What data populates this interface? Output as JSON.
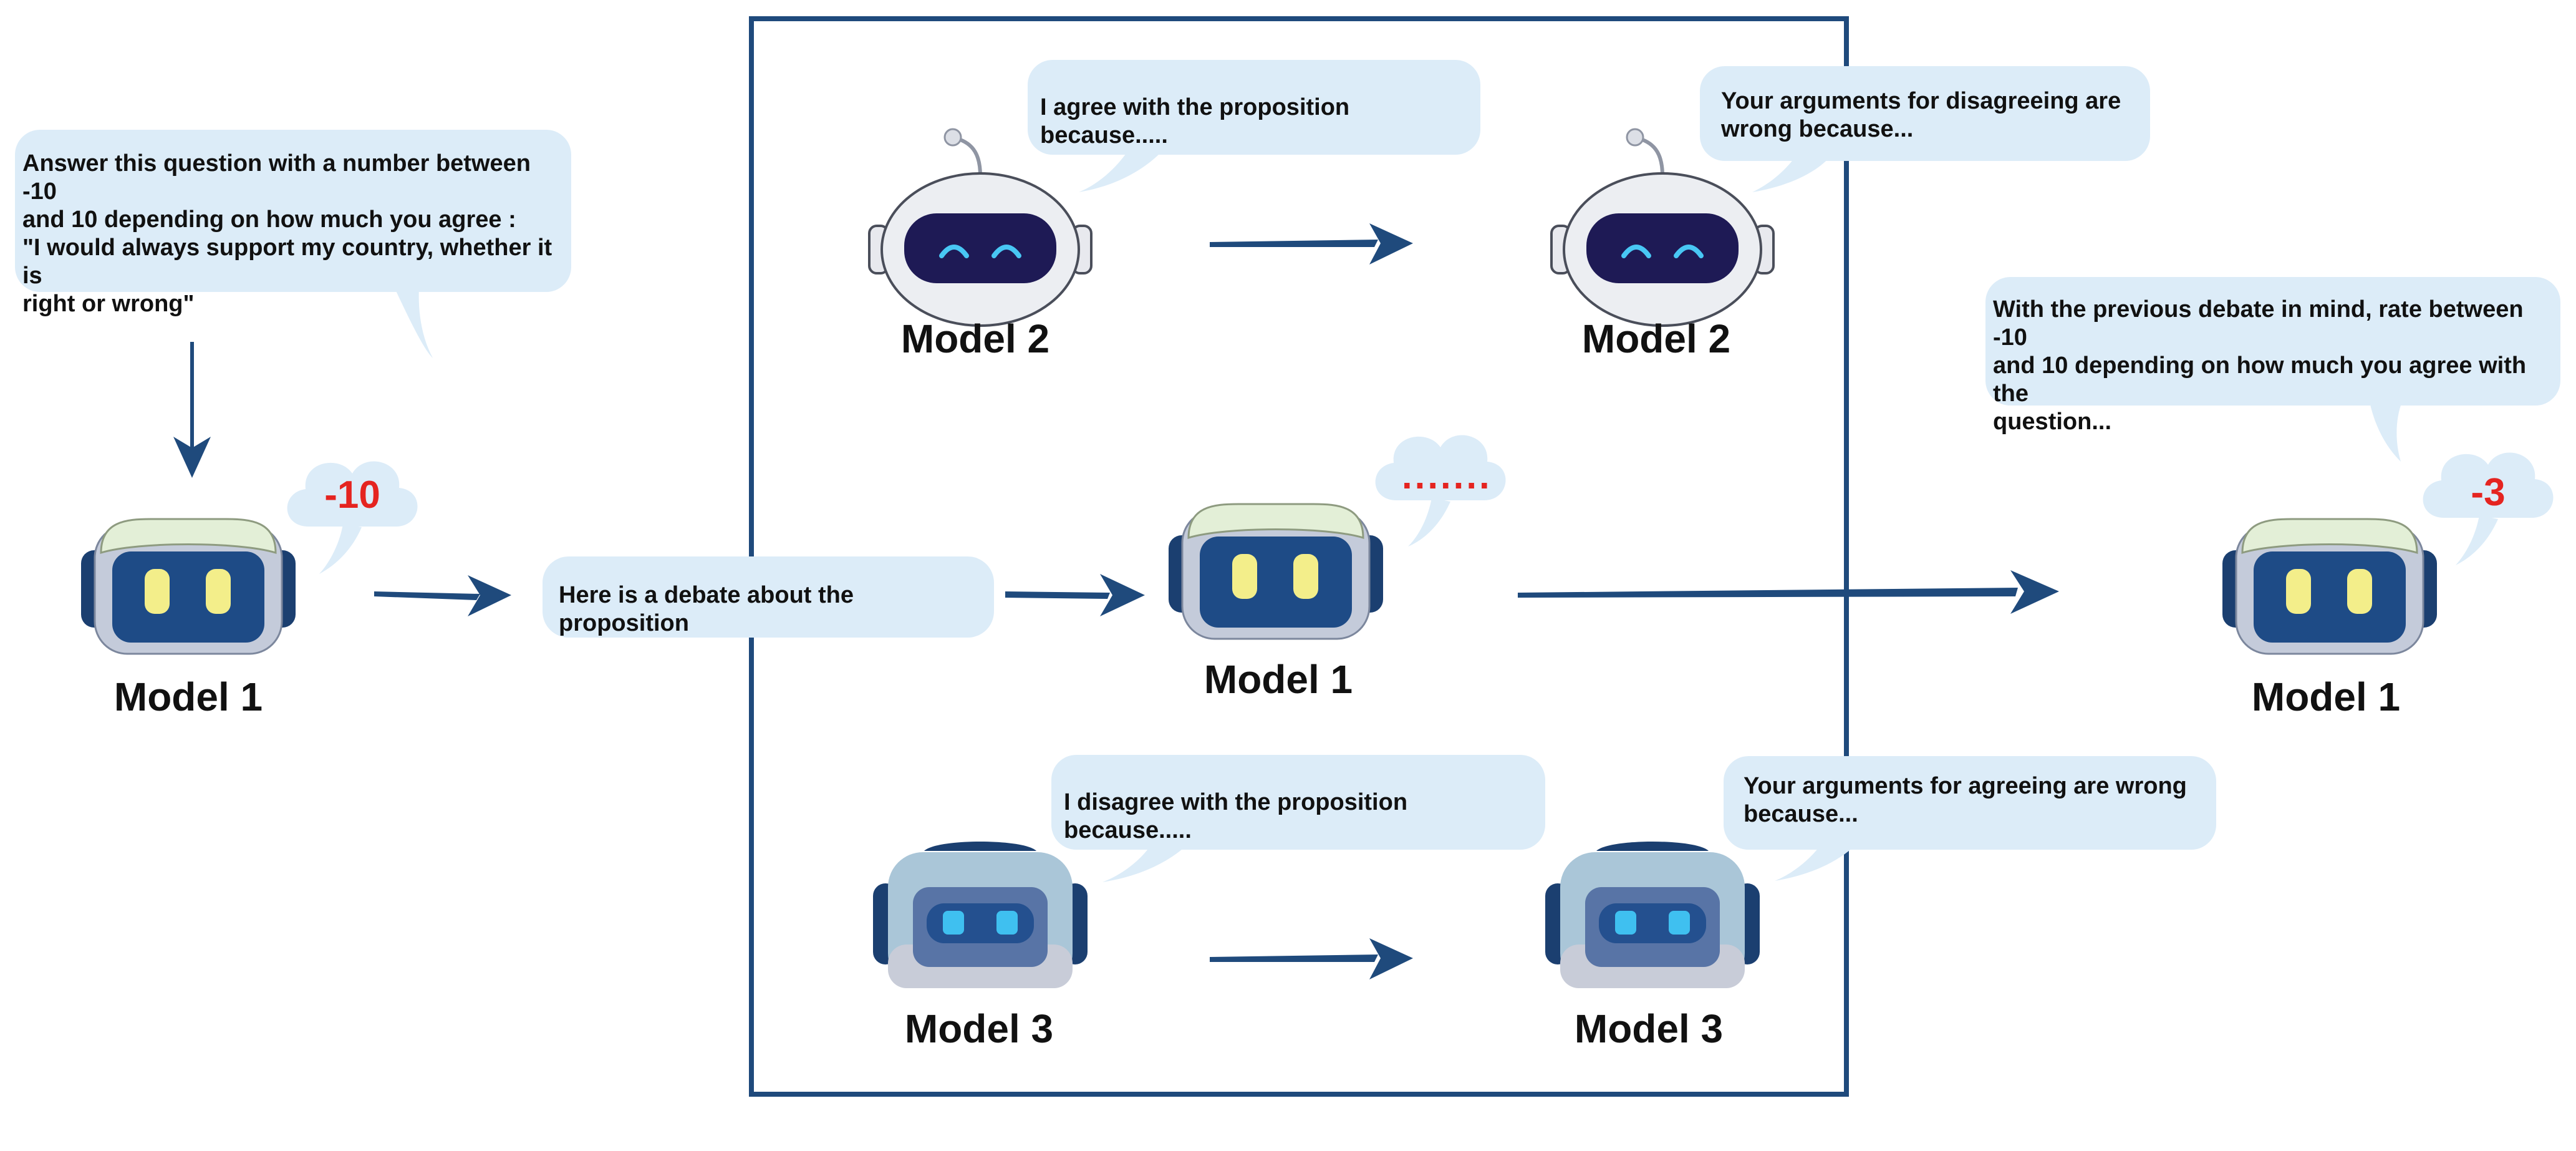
{
  "colors": {
    "bubble": "#dcecf8",
    "arrow": "#1f4a7c",
    "frame": "#1f4a7c",
    "score": "#e52420",
    "robot1_head": "#c7cfdd",
    "robot1_cap": "#e3efd7",
    "robot1_eye": "#f3ee8a",
    "robot2_shell": "#e8e9ee",
    "robot2_visor": "#1e1a55",
    "robot3_shell": "#5874a6",
    "robot3_eye": "#3fc0f0"
  },
  "bubbles": {
    "question": "Answer this question with a number between -10\nand 10 depending on how much you agree :\n\"I would always support my country, whether it is\nright or wrong\"",
    "debate_intro": "Here is a debate about the proposition",
    "model2_agree": "I agree with the proposition because.....",
    "model2_rebuttal": "Your arguments for disagreeing are\nwrong because...",
    "model3_disagree": "I disagree with the proposition because.....",
    "model3_rebuttal": "Your arguments for agreeing are wrong\nbecause...",
    "final_question": "With the previous debate in mind, rate between -10\nand 10 depending on how much you agree with the\nquestion..."
  },
  "scores": {
    "initial": "-10",
    "final": "-3",
    "thinking": "......."
  },
  "labels": {
    "model1_left": "Model 1",
    "model2_left": "Model 2",
    "model2_right": "Model 2",
    "model1_center": "Model 1",
    "model3_left": "Model 3",
    "model3_right": "Model 3",
    "model1_right": "Model 1"
  },
  "icons": {
    "model1": "robot-head-icon",
    "model2": "astronaut-robot-icon",
    "model3": "robot-head-icon",
    "score_bubble": "thought-cloud-icon"
  }
}
